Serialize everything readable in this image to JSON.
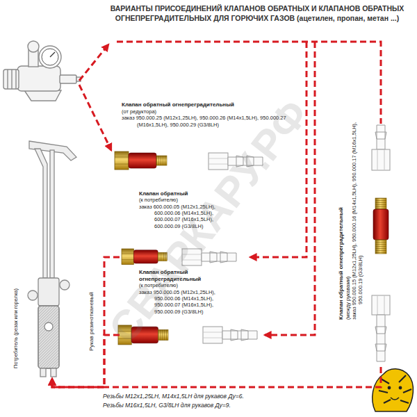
{
  "diagram": {
    "title": "ВАРИАНТЫ ПРИСОЕДИНЕНИЙ КЛАПАНОВ ОБРАТНЫХ И КЛАПАНОВ ОБРАТНЫХ ОГНЕПРЕГРАДИТЕЛЬНЫХ ДЛЯ ГОРЮЧИХ ГАЗОВ (ацетилен, пропан, метан ...)",
    "nodes": [
      {
        "text": [
          "Клапан обратный огнепреградительный",
          "(от редуктора)",
          "заказ 950.000.25 (M12x1,25LH), 950.000.26 (M14x1,5LH), 950.000.27 (M16x1,5LH), 950.000.29 (G3/8LH)"
        ]
      },
      {
        "text": [
          "Клапан обратный",
          "(к потребителю)",
          "заказ 600.000.05 (M12x1,25LH), 600.000.06 (M14x1,5LH), 600.000.07 (M16x1,5LH), 600.000.09 (G3/8LH)"
        ]
      },
      {
        "text": [
          "Клапан обратный огнепреградительный",
          "(к потребителю)",
          "заказ 950.000.05 (M12x1,25LH), 950.000.06 (M14x1,5LH), 950.000.07 (M16x1,5LH), 950.000.09 (G3/8LH)"
        ]
      },
      {
        "text": [
          "Клапан обратный огнепреградительный",
          "(между рукавами)",
          "заказ 950.000.15 (M12x1,25LH), 950.000.16 (M14x1,5LH), 950.000.17 (M16x1,5LH), 950.000.19 (G3/8LH)"
        ]
      },
      {
        "text": [
          "Потребитель (резак или горелка)"
        ]
      }
    ],
    "edges": [
      {
        "from": 1,
        "to": 4,
        "arrow": "to"
      },
      {
        "from": 2,
        "to": 4,
        "arrow": "to"
      },
      {
        "from": 3,
        "to": 4,
        "arrow": "to"
      }
    ],
    "labels": [
      "Рукав резинотканевый",
      "Резьбы M12x1,25LH, M14x1,5LH для рукавов Ду=6.",
      "Резьбы M16x1,5LH, G3/8LH для рукавов Ду=9.",
      "СВАРКАРУ.РФ"
    ]
  }
}
